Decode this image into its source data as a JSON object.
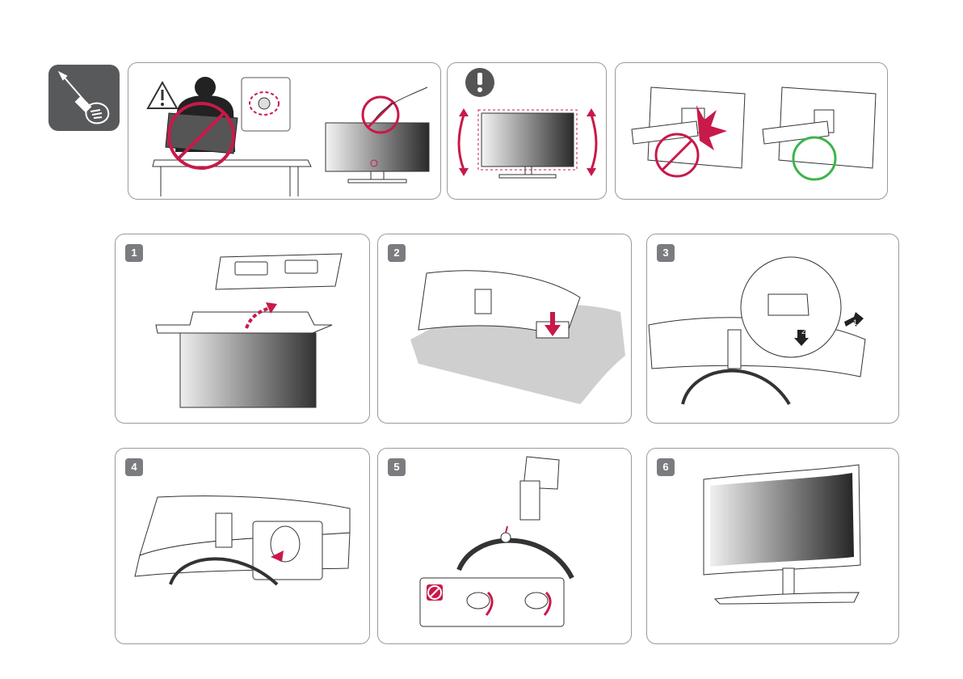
{
  "safety_row": {
    "tool_icon": "screwdriver-hand-icon",
    "warning_icon": "warning-triangle-icon",
    "caution_icon": "exclamation-circle-icon",
    "prohibit_icon": "prohibited-icon",
    "ok_icon": "ok-circle-icon"
  },
  "steps": [
    {
      "number": "1"
    },
    {
      "number": "2"
    },
    {
      "number": "3"
    },
    {
      "number": "4"
    },
    {
      "number": "5"
    },
    {
      "number": "6"
    }
  ],
  "step3_callout": {
    "label_a": "1",
    "label_b": "2"
  },
  "colors": {
    "accent_red": "#c8194a",
    "ok_green": "#3cb44b",
    "tile_gray": "#58595b",
    "stroke": "#3a3a3a"
  }
}
